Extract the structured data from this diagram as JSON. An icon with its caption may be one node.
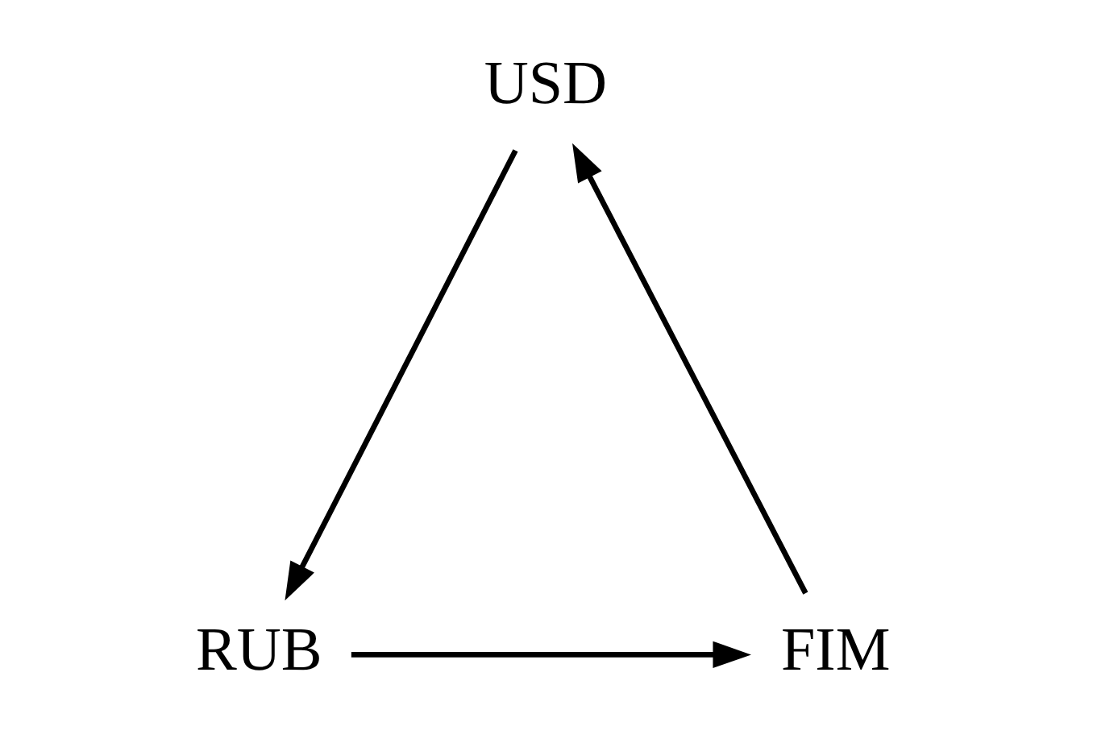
{
  "diagram": {
    "nodes": [
      {
        "text": [
          "USD"
        ]
      },
      {
        "text": [
          "FIM"
        ]
      },
      {
        "text": [
          "RUB"
        ]
      }
    ],
    "edges": [
      {
        "from": 0,
        "to": 2,
        "arrow": "to"
      },
      {
        "from": 2,
        "to": 1,
        "arrow": "to"
      },
      {
        "from": 1,
        "to": 0,
        "arrow": "to"
      }
    ]
  }
}
